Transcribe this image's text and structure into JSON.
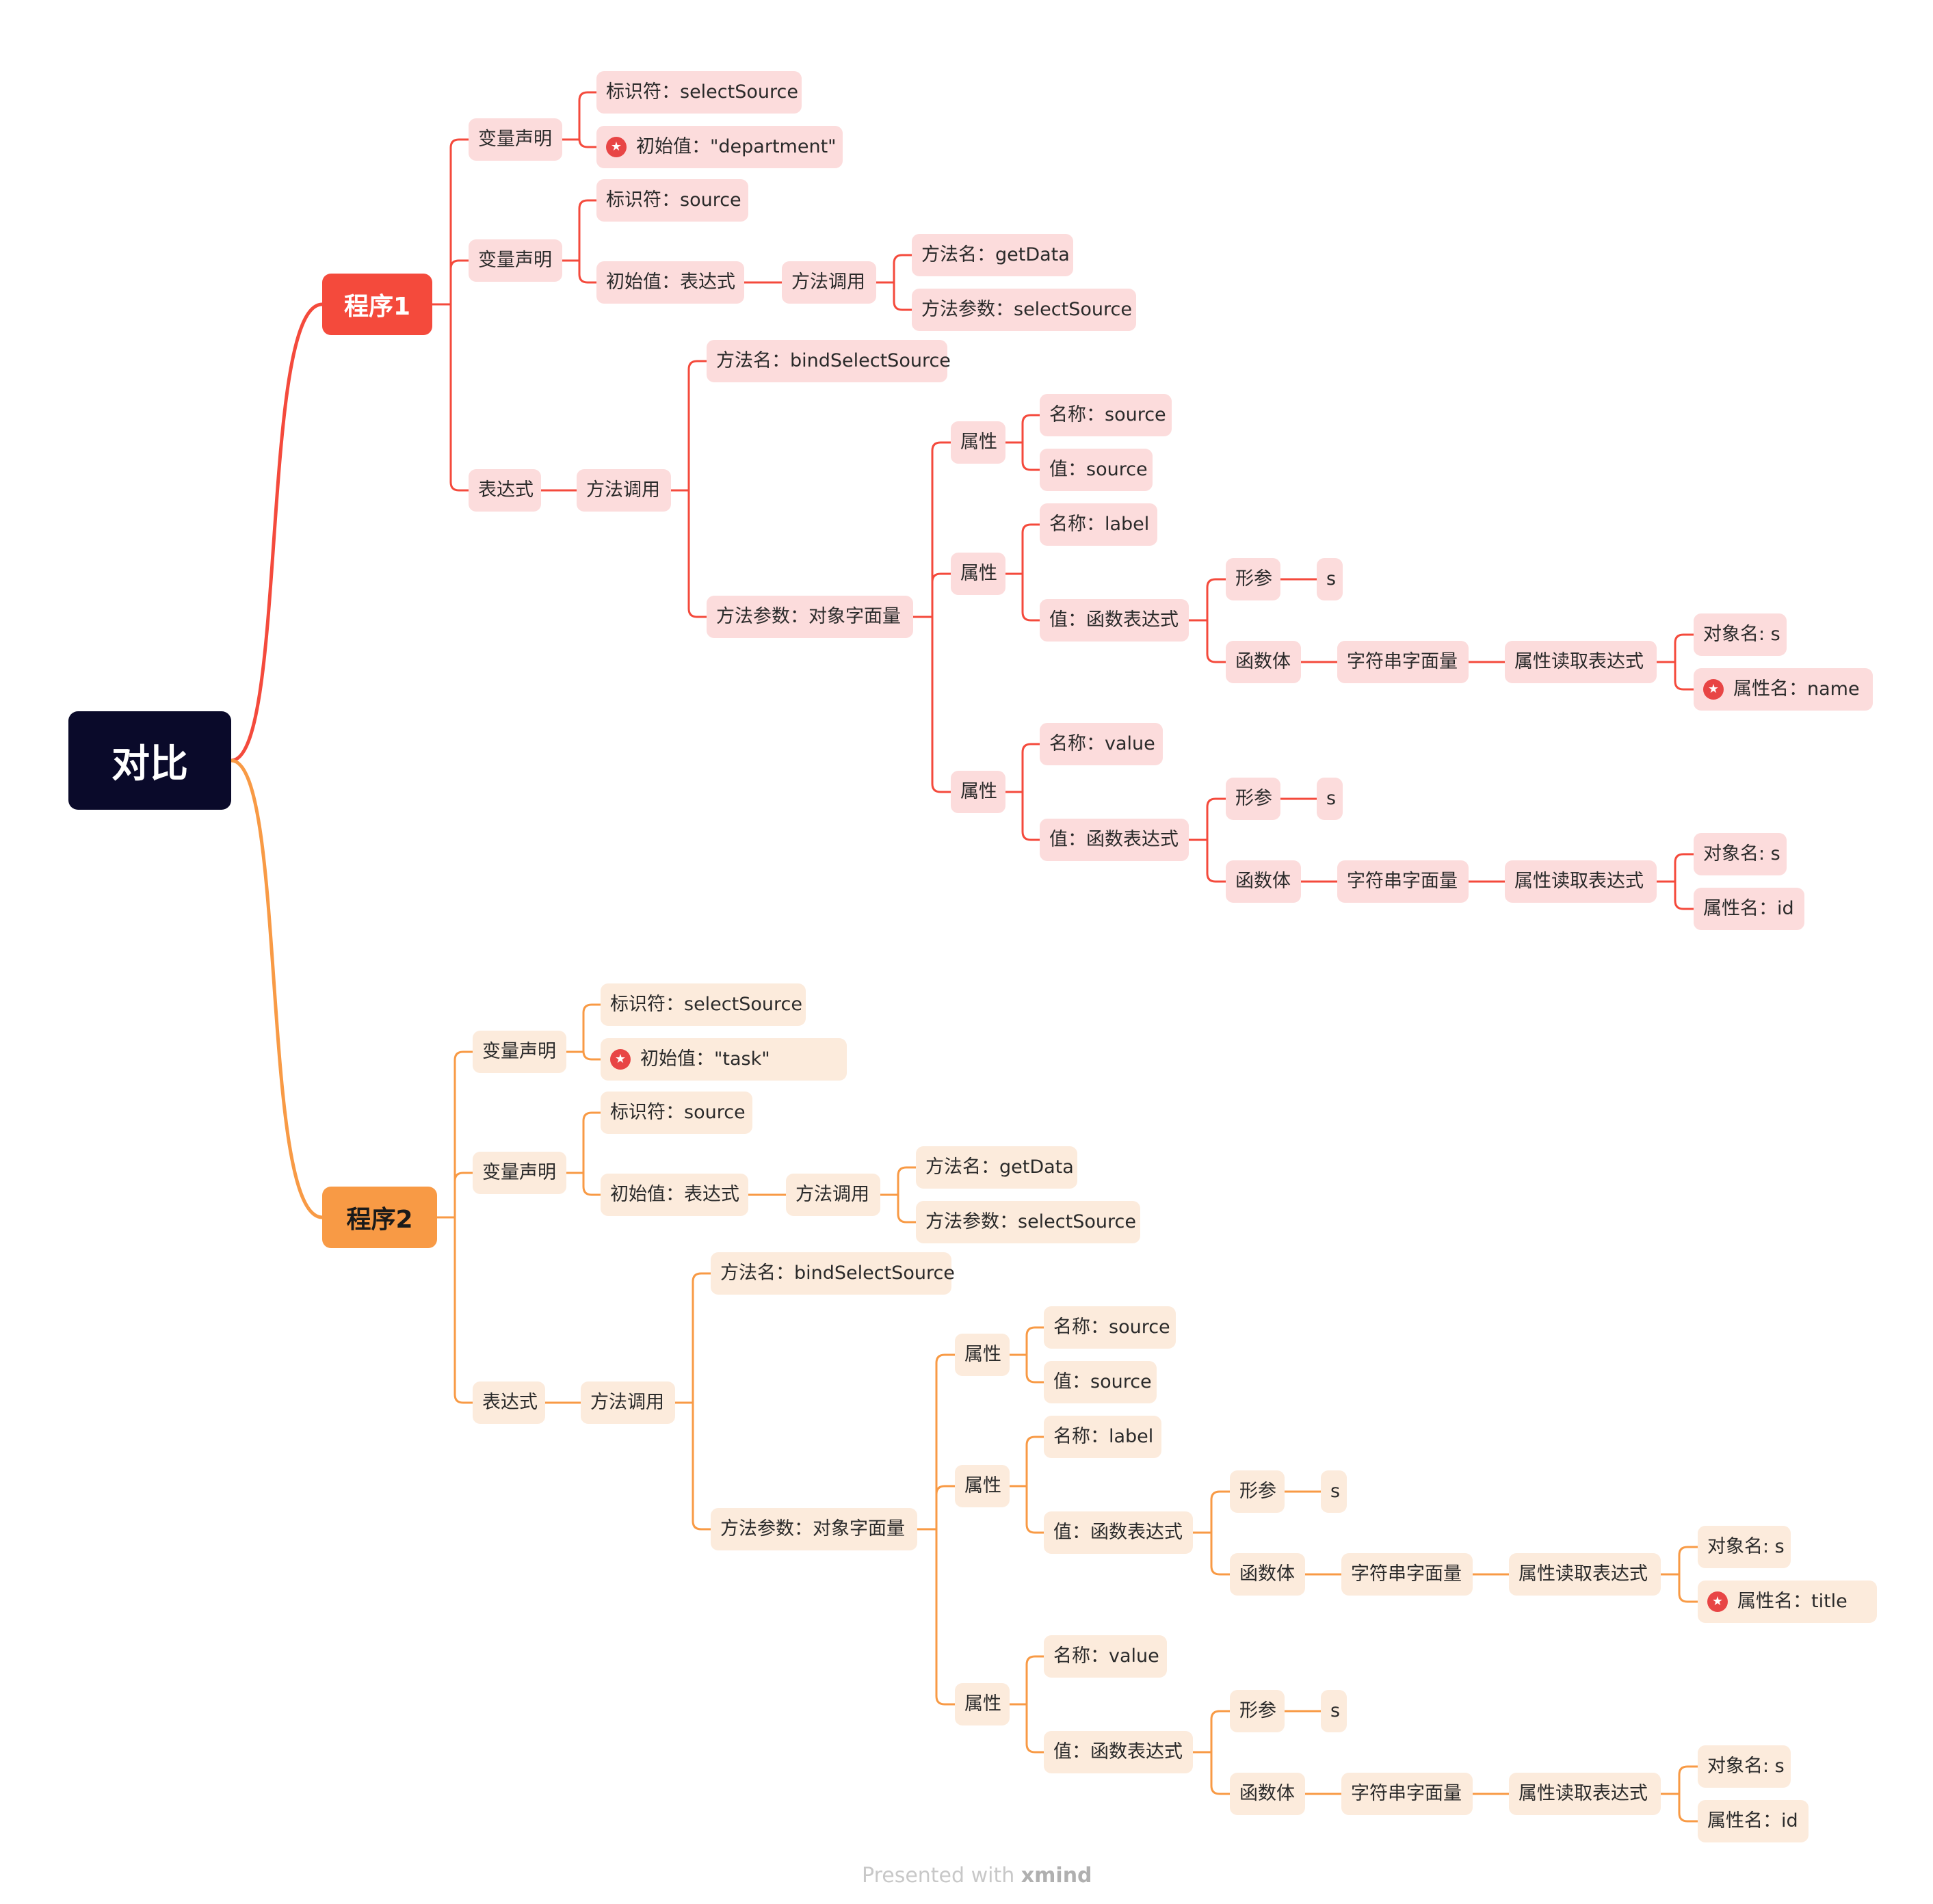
{
  "root": {
    "label": "对比"
  },
  "colors": {
    "program1": "#f44a3c",
    "program2": "#f89a45",
    "root": "#0a0a2a",
    "node1": "#fcdcdc",
    "node2": "#fcebdc",
    "marker": "#e84545"
  },
  "footer": {
    "text": "Presented with",
    "brand": "xmind"
  },
  "programs": [
    {
      "label": "程序1",
      "var_decl_1": {
        "label": "变量声明",
        "identifier": "标识符：selectSource",
        "init": "初始值：\"department\""
      },
      "var_decl_2": {
        "label": "变量声明",
        "identifier": "标识符：source",
        "init": "初始值：表达式",
        "call": "方法调用",
        "method_name": "方法名：getData",
        "method_arg": "方法参数：selectSource"
      },
      "expr": {
        "label": "表达式",
        "call": "方法调用",
        "method_name": "方法名：bindSelectSource",
        "method_arg": "方法参数：对象字面量",
        "prop1": {
          "label": "属性",
          "name": "名称：source",
          "value": "值：source"
        },
        "prop2": {
          "label": "属性",
          "name": "名称：label",
          "value": "值：函数表达式",
          "param": "形参",
          "param_val": "s",
          "body": "函数体",
          "strlit": "字符串字面量",
          "access": "属性读取表达式",
          "obj": "对象名: s",
          "prop": "属性名：name"
        },
        "prop3": {
          "label": "属性",
          "name": "名称：value",
          "value": "值：函数表达式",
          "param": "形参",
          "param_val": "s",
          "body": "函数体",
          "strlit": "字符串字面量",
          "access": "属性读取表达式",
          "obj": "对象名: s",
          "prop": "属性名：id"
        }
      }
    },
    {
      "label": "程序2",
      "var_decl_1": {
        "label": "变量声明",
        "identifier": "标识符：selectSource",
        "init": "初始值：\"task\""
      },
      "var_decl_2": {
        "label": "变量声明",
        "identifier": "标识符：source",
        "init": "初始值：表达式",
        "call": "方法调用",
        "method_name": "方法名：getData",
        "method_arg": "方法参数：selectSource"
      },
      "expr": {
        "label": "表达式",
        "call": "方法调用",
        "method_name": "方法名：bindSelectSource",
        "method_arg": "方法参数：对象字面量",
        "prop1": {
          "label": "属性",
          "name": "名称：source",
          "value": "值：source"
        },
        "prop2": {
          "label": "属性",
          "name": "名称：label",
          "value": "值：函数表达式",
          "param": "形参",
          "param_val": "s",
          "body": "函数体",
          "strlit": "字符串字面量",
          "access": "属性读取表达式",
          "obj": "对象名: s",
          "prop": "属性名：title"
        },
        "prop3": {
          "label": "属性",
          "name": "名称：value",
          "value": "值：函数表达式",
          "param": "形参",
          "param_val": "s",
          "body": "函数体",
          "strlit": "字符串字面量",
          "access": "属性读取表达式",
          "obj": "对象名: s",
          "prop": "属性名：id"
        }
      }
    }
  ]
}
